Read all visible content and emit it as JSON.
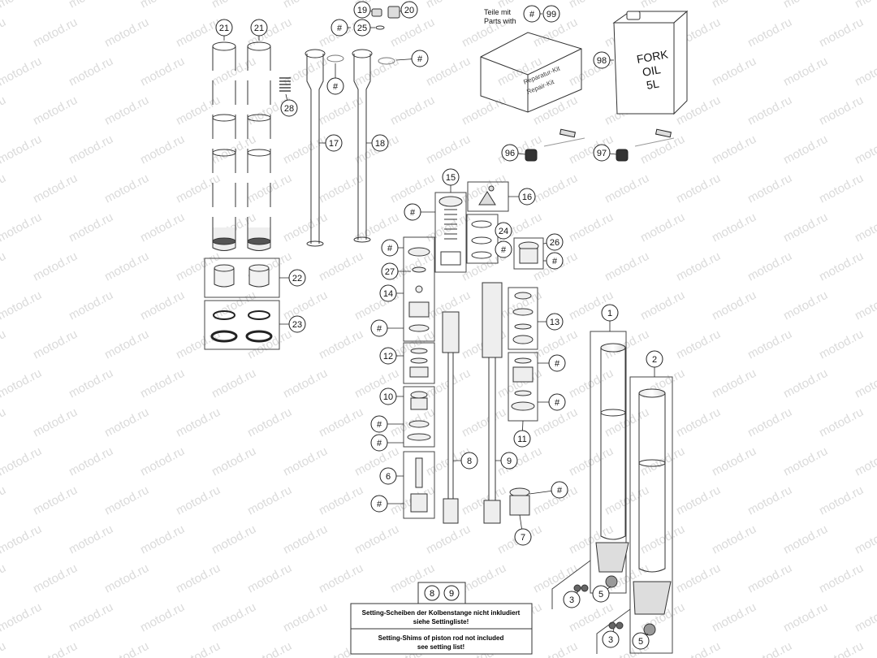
{
  "watermark": "motod.ru",
  "callouts": {
    "c21a": "21",
    "c21b": "21",
    "c19": "19",
    "c20": "20",
    "c25": "25",
    "c28": "28",
    "c17": "17",
    "c18": "18",
    "c99": "99",
    "c98": "98",
    "c96": "96",
    "c97": "97",
    "c15": "15",
    "c16": "16",
    "c24": "24",
    "c26": "26",
    "c27": "27",
    "c14": "14",
    "c22": "22",
    "c23": "23",
    "c13": "13",
    "c12": "12",
    "c1": "1",
    "c2": "2",
    "c10": "10",
    "c11": "11",
    "c6": "6",
    "c8": "8",
    "c9": "9",
    "c7": "7",
    "c3a": "3",
    "c5a": "5",
    "c3b": "3",
    "c5b": "5",
    "bottom8": "8",
    "bottom9": "9"
  },
  "hash": "#",
  "repair_kit_header": {
    "line1": "Teile mit",
    "line2": "Parts with"
  },
  "repair_kit_box": {
    "line1": "Reparatur-Kit",
    "line2": "Repair-Kit"
  },
  "oil_can": {
    "line1": "FORK",
    "line2": "OIL",
    "line3": "5L"
  },
  "note": {
    "de_line1": "Setting-Scheiben der Kolbenstange nicht inkludiert",
    "de_line2": "siehe Settingliste!",
    "en_line1": "Setting-Shims of piston rod not included",
    "en_line2": "see setting list!"
  }
}
